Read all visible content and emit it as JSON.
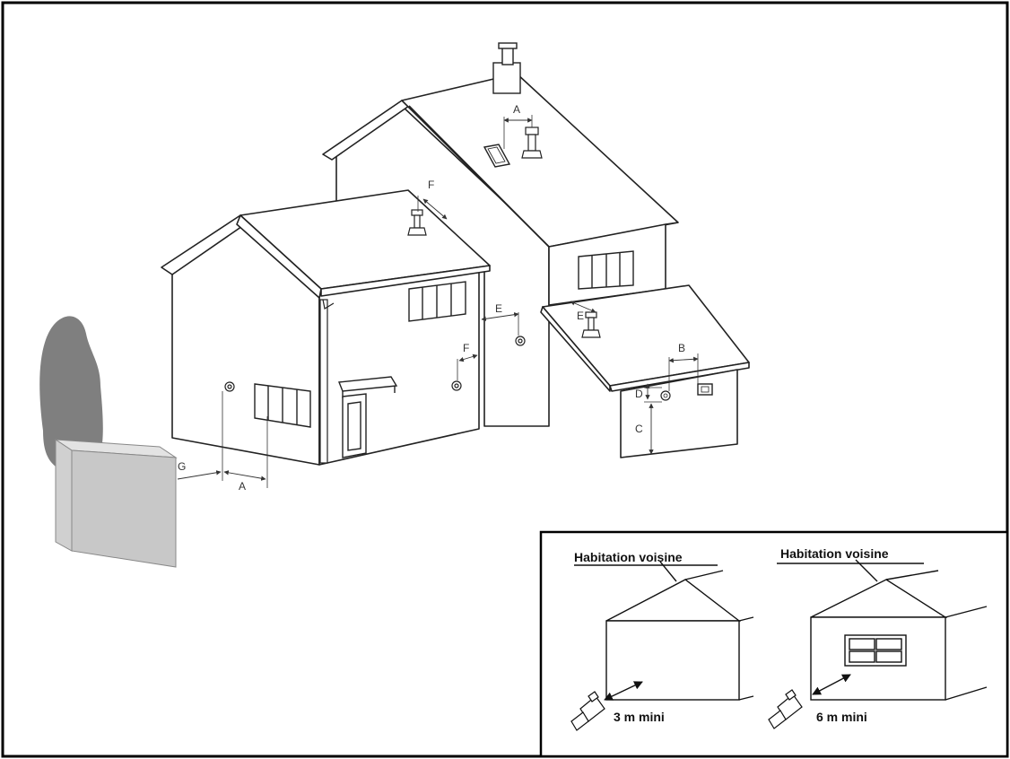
{
  "diagram": {
    "labels": {
      "roof_a": "A",
      "roof_f": "F",
      "wall_e": "E",
      "wall_f": "F",
      "lean_e": "E",
      "lean_b": "B",
      "lean_d": "D",
      "lean_c": "C",
      "ground_g": "G",
      "ground_a": "A"
    },
    "inset": {
      "left_title": "Habitation voisine",
      "left_distance": "3 m mini",
      "right_title": "Habitation voisine",
      "right_distance": "6 m mini"
    }
  }
}
